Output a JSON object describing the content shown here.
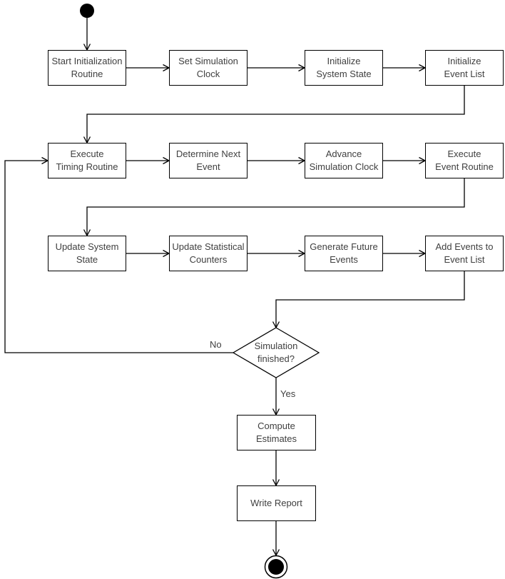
{
  "diagram": {
    "type": "activity-flowchart",
    "subject": "Discrete-event simulation main loop",
    "colors": {
      "background": "#ffffff",
      "stroke": "#000000",
      "node_fill": "#ffffff",
      "text": "#404040"
    },
    "terminals": {
      "start": "initial-node",
      "end": "final-node"
    },
    "nodes": [
      {
        "label": "Start Initialization\nRoutine"
      },
      {
        "label": "Set Simulation\nClock"
      },
      {
        "label": "Initialize\nSystem State"
      },
      {
        "label": "Initialize\nEvent List"
      },
      {
        "label": "Execute\nTiming Routine"
      },
      {
        "label": "Determine Next\nEvent"
      },
      {
        "label": "Advance\nSimulation Clock"
      },
      {
        "label": "Execute\nEvent Routine"
      },
      {
        "label": "Update System\nState"
      },
      {
        "label": "Update Statistical\nCounters"
      },
      {
        "label": "Generate Future\nEvents"
      },
      {
        "label": "Add Events to\nEvent List"
      },
      {
        "label": "Compute\nEstimates"
      },
      {
        "label": "Write Report"
      }
    ],
    "decision": {
      "label": "Simulation\nfinished?"
    },
    "edge_labels": {
      "no": "No",
      "yes": "Yes"
    },
    "flow": [
      {
        "from": "start",
        "to": "Start Initialization Routine"
      },
      {
        "from": "Start Initialization Routine",
        "to": "Set Simulation Clock"
      },
      {
        "from": "Set Simulation Clock",
        "to": "Initialize System State"
      },
      {
        "from": "Initialize System State",
        "to": "Initialize Event List"
      },
      {
        "from": "Initialize Event List",
        "to": "Execute Timing Routine"
      },
      {
        "from": "Execute Timing Routine",
        "to": "Determine Next Event"
      },
      {
        "from": "Determine Next Event",
        "to": "Advance Simulation Clock"
      },
      {
        "from": "Advance Simulation Clock",
        "to": "Execute Event Routine"
      },
      {
        "from": "Execute Event Routine",
        "to": "Update System State"
      },
      {
        "from": "Update System State",
        "to": "Update Statistical Counters"
      },
      {
        "from": "Update Statistical Counters",
        "to": "Generate Future Events"
      },
      {
        "from": "Generate Future Events",
        "to": "Add Events to Event List"
      },
      {
        "from": "Add Events to Event List",
        "to": "Simulation finished?"
      },
      {
        "from": "Simulation finished?",
        "to": "Execute Timing Routine",
        "label": "No"
      },
      {
        "from": "Simulation finished?",
        "to": "Compute Estimates",
        "label": "Yes"
      },
      {
        "from": "Compute Estimates",
        "to": "Write Report"
      },
      {
        "from": "Write Report",
        "to": "end"
      }
    ]
  }
}
